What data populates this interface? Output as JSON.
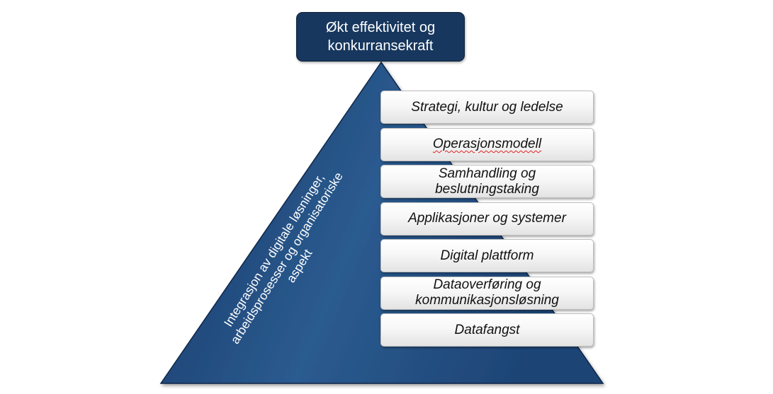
{
  "top_box": {
    "line1": "Økt effektivitet og",
    "line2": "konkurransekraft"
  },
  "side_label": {
    "line1": "Integrasjon av digitale løsninger,",
    "line2": "arbeidsprosesser og organisatoriske",
    "line3": "aspekt"
  },
  "layers": [
    {
      "line1": "Strategi, kultur og ledelse"
    },
    {
      "line1": "Operasjonsmodell",
      "spellcheck": true
    },
    {
      "line1": "Samhandling og",
      "line2": "beslutningstaking"
    },
    {
      "line1": "Applikasjoner og systemer"
    },
    {
      "line1": "Digital plattform"
    },
    {
      "line1": "Dataoverføring og",
      "line2": "kommunikasjonsløsning"
    },
    {
      "line1": "Datafangst"
    }
  ],
  "colors": {
    "pyramid_dark": "#1a3a6a",
    "pyramid_light": "#2c5d93",
    "top_box": "#17375e",
    "spellcheck_underline": "#e02020"
  }
}
